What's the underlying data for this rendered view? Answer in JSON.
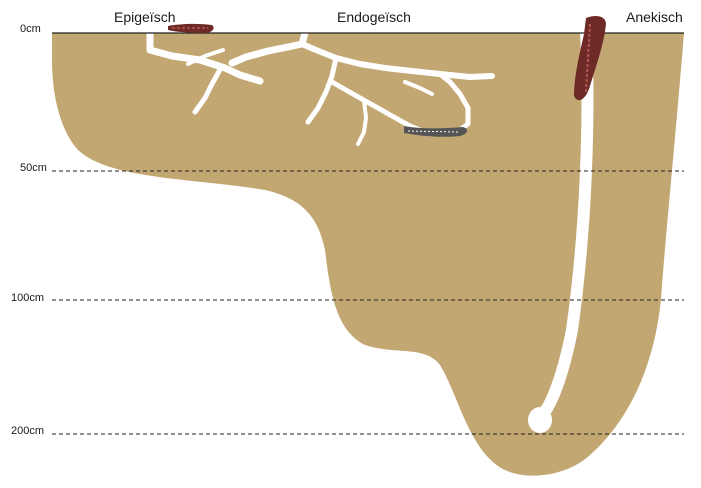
{
  "categories": {
    "epigeic": "Epigeïsch",
    "endogeic": "Endogeïsch",
    "anecic": "Anekisch"
  },
  "depth_labels": {
    "d0": "0cm",
    "d50": "50cm",
    "d100": "100cm",
    "d200": "200cm"
  },
  "colors": {
    "soil": "#c3a772",
    "burrow": "#ffffff",
    "worm_dark": "#6e2a26",
    "worm_light": "#b35a50",
    "line": "#222222"
  }
}
